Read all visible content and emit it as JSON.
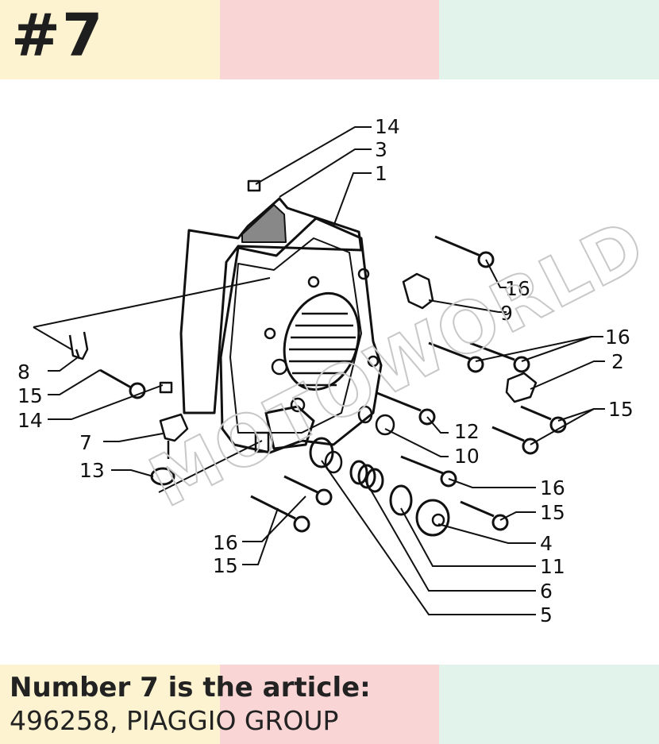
{
  "header": {
    "title": "#7"
  },
  "colors": {
    "band_yellow": "#fdf3d0",
    "band_pink": "#f9d6d5",
    "band_mint": "#e2f3ec"
  },
  "diagram": {
    "callouts": [
      "14",
      "3",
      "1",
      "16",
      "9",
      "16",
      "2",
      "15",
      "12",
      "10",
      "16",
      "15",
      "4",
      "11",
      "6",
      "5",
      "8",
      "15",
      "14",
      "7",
      "13",
      "16",
      "15"
    ]
  },
  "watermark": {
    "text": "MOTOWORLD"
  },
  "caption": {
    "line1": "Number 7 is the article:",
    "line2": "496258, PIAGGIO GROUP"
  }
}
